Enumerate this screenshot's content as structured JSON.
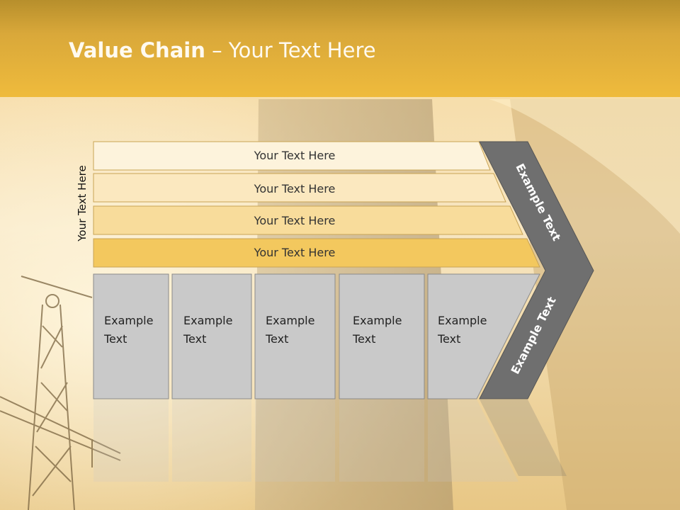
{
  "title": {
    "bold": "Value Chain",
    "rest": " – Your Text Here"
  },
  "side_label": "Your Text Here",
  "bars": [
    {
      "label": "Your Text Here",
      "color": "#fdf3dc"
    },
    {
      "label": "Your Text Here",
      "color": "#fbe8bf"
    },
    {
      "label": "Your Text Here",
      "color": "#f8dc9b"
    },
    {
      "label": "Your Text Here",
      "color": "#f3c85e"
    }
  ],
  "boxes": [
    {
      "line1": "Example",
      "line2": "Text"
    },
    {
      "line1": "Example",
      "line2": "Text"
    },
    {
      "line1": "Example",
      "line2": "Text"
    },
    {
      "line1": "Example",
      "line2": "Text"
    },
    {
      "line1": "Example",
      "line2": "Text"
    }
  ],
  "chevron": {
    "upper": "Example Text",
    "lower": "Example Text",
    "color": "#6f6f6f"
  },
  "colors": {
    "title_bar": "#efbb3c",
    "box_fill": "#c9c9c9"
  }
}
